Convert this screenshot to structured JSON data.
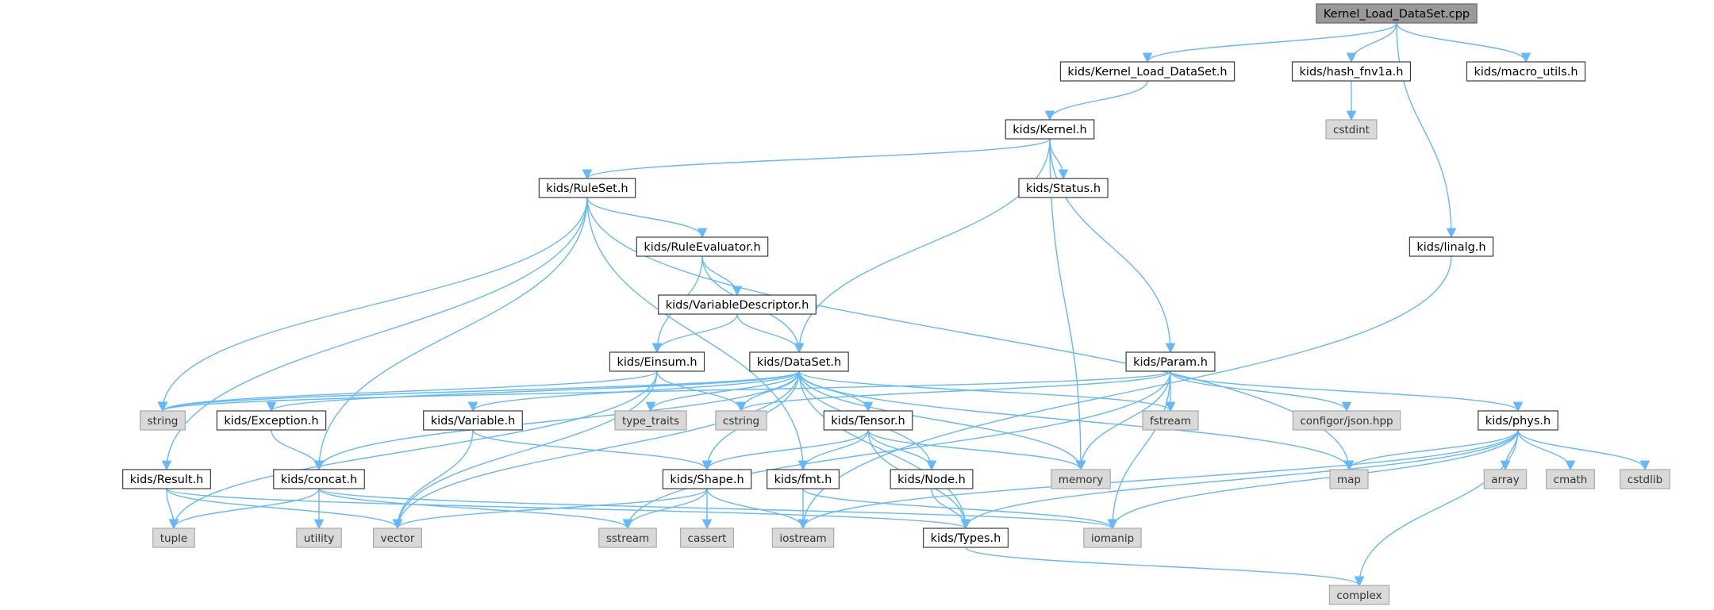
{
  "title": "Kernel_Load_DataSet.cpp",
  "colors": {
    "edge": "#63b8ff",
    "root_fill": "#999999",
    "local_fill": "#ffffff",
    "system_fill": "#d9d9d9"
  },
  "nodes": [
    {
      "id": "root",
      "label": "Kernel_Load_DataSet.cpp",
      "kind": "root"
    },
    {
      "id": "kld",
      "label": "kids/Kernel_Load_DataSet.h",
      "kind": "local"
    },
    {
      "id": "fnv",
      "label": "kids/hash_fnv1a.h",
      "kind": "local"
    },
    {
      "id": "macro",
      "label": "kids/macro_utils.h",
      "kind": "local"
    },
    {
      "id": "cstdint",
      "label": "cstdint",
      "kind": "system"
    },
    {
      "id": "kernel",
      "label": "kids/Kernel.h",
      "kind": "local"
    },
    {
      "id": "ruleset",
      "label": "kids/RuleSet.h",
      "kind": "local"
    },
    {
      "id": "status",
      "label": "kids/Status.h",
      "kind": "local"
    },
    {
      "id": "linalg",
      "label": "kids/linalg.h",
      "kind": "local"
    },
    {
      "id": "ruleeval",
      "label": "kids/RuleEvaluator.h",
      "kind": "local"
    },
    {
      "id": "vardesc",
      "label": "kids/VariableDescriptor.h",
      "kind": "local"
    },
    {
      "id": "einsum",
      "label": "kids/Einsum.h",
      "kind": "local"
    },
    {
      "id": "dataset",
      "label": "kids/DataSet.h",
      "kind": "local"
    },
    {
      "id": "param",
      "label": "kids/Param.h",
      "kind": "local"
    },
    {
      "id": "string",
      "label": "string",
      "kind": "system"
    },
    {
      "id": "exception",
      "label": "kids/Exception.h",
      "kind": "local"
    },
    {
      "id": "variable",
      "label": "kids/Variable.h",
      "kind": "local"
    },
    {
      "id": "type_traits",
      "label": "type_traits",
      "kind": "system"
    },
    {
      "id": "cstring",
      "label": "cstring",
      "kind": "system"
    },
    {
      "id": "tensor",
      "label": "kids/Tensor.h",
      "kind": "local"
    },
    {
      "id": "fstream",
      "label": "fstream",
      "kind": "system"
    },
    {
      "id": "json",
      "label": "configor/json.hpp",
      "kind": "system"
    },
    {
      "id": "phys",
      "label": "kids/phys.h",
      "kind": "local"
    },
    {
      "id": "result",
      "label": "kids/Result.h",
      "kind": "local"
    },
    {
      "id": "concat",
      "label": "kids/concat.h",
      "kind": "local"
    },
    {
      "id": "shape",
      "label": "kids/Shape.h",
      "kind": "local"
    },
    {
      "id": "fmt",
      "label": "kids/fmt.h",
      "kind": "local"
    },
    {
      "id": "node",
      "label": "kids/Node.h",
      "kind": "local"
    },
    {
      "id": "memory",
      "label": "memory",
      "kind": "system"
    },
    {
      "id": "map",
      "label": "map",
      "kind": "system"
    },
    {
      "id": "array",
      "label": "array",
      "kind": "system"
    },
    {
      "id": "cmath",
      "label": "cmath",
      "kind": "system"
    },
    {
      "id": "cstdlib",
      "label": "cstdlib",
      "kind": "system"
    },
    {
      "id": "tuple",
      "label": "tuple",
      "kind": "system"
    },
    {
      "id": "utility",
      "label": "utility",
      "kind": "system"
    },
    {
      "id": "vector",
      "label": "vector",
      "kind": "system"
    },
    {
      "id": "sstream",
      "label": "sstream",
      "kind": "system"
    },
    {
      "id": "cassert",
      "label": "cassert",
      "kind": "system"
    },
    {
      "id": "iostream",
      "label": "iostream",
      "kind": "system"
    },
    {
      "id": "types",
      "label": "kids/Types.h",
      "kind": "local"
    },
    {
      "id": "iomanip",
      "label": "iomanip",
      "kind": "system"
    },
    {
      "id": "complex",
      "label": "complex",
      "kind": "system"
    }
  ],
  "edges": [
    [
      "root",
      "kld"
    ],
    [
      "root",
      "fnv"
    ],
    [
      "root",
      "macro"
    ],
    [
      "root",
      "linalg"
    ],
    [
      "fnv",
      "cstdint"
    ],
    [
      "kld",
      "kernel"
    ],
    [
      "kernel",
      "ruleset"
    ],
    [
      "kernel",
      "status"
    ],
    [
      "kernel",
      "dataset"
    ],
    [
      "kernel",
      "memory"
    ],
    [
      "kernel",
      "param"
    ],
    [
      "ruleset",
      "ruleeval"
    ],
    [
      "ruleset",
      "string"
    ],
    [
      "ruleset",
      "result"
    ],
    [
      "ruleset",
      "concat"
    ],
    [
      "ruleset",
      "fmt"
    ],
    [
      "ruleset",
      "map"
    ],
    [
      "ruleeval",
      "vardesc"
    ],
    [
      "ruleeval",
      "einsum"
    ],
    [
      "ruleeval",
      "dataset"
    ],
    [
      "vardesc",
      "einsum"
    ],
    [
      "vardesc",
      "dataset"
    ],
    [
      "einsum",
      "string"
    ],
    [
      "einsum",
      "cstring"
    ],
    [
      "einsum",
      "vector"
    ],
    [
      "einsum",
      "tuple"
    ],
    [
      "dataset",
      "string"
    ],
    [
      "dataset",
      "exception"
    ],
    [
      "dataset",
      "variable"
    ],
    [
      "dataset",
      "type_traits"
    ],
    [
      "dataset",
      "cstring"
    ],
    [
      "dataset",
      "tensor"
    ],
    [
      "dataset",
      "fstream"
    ],
    [
      "dataset",
      "concat"
    ],
    [
      "dataset",
      "shape"
    ],
    [
      "dataset",
      "node"
    ],
    [
      "dataset",
      "memory"
    ],
    [
      "dataset",
      "map"
    ],
    [
      "dataset",
      "vector"
    ],
    [
      "dataset",
      "types"
    ],
    [
      "param",
      "cstring"
    ],
    [
      "param",
      "fstream"
    ],
    [
      "param",
      "json"
    ],
    [
      "param",
      "phys"
    ],
    [
      "param",
      "memory"
    ],
    [
      "param",
      "iomanip"
    ],
    [
      "param",
      "sstream"
    ],
    [
      "param",
      "string"
    ],
    [
      "phys",
      "map"
    ],
    [
      "phys",
      "array"
    ],
    [
      "phys",
      "cmath"
    ],
    [
      "phys",
      "cstdlib"
    ],
    [
      "phys",
      "complex"
    ],
    [
      "phys",
      "iomanip"
    ],
    [
      "phys",
      "types"
    ],
    [
      "phys",
      "iostream"
    ],
    [
      "linalg",
      "iostream"
    ],
    [
      "exception",
      "concat"
    ],
    [
      "variable",
      "shape"
    ],
    [
      "variable",
      "vector"
    ],
    [
      "tensor",
      "shape"
    ],
    [
      "tensor",
      "fmt"
    ],
    [
      "tensor",
      "node"
    ],
    [
      "tensor",
      "memory"
    ],
    [
      "tensor",
      "types"
    ],
    [
      "result",
      "tuple"
    ],
    [
      "result",
      "vector"
    ],
    [
      "result",
      "types"
    ],
    [
      "concat",
      "tuple"
    ],
    [
      "concat",
      "utility"
    ],
    [
      "concat",
      "sstream"
    ],
    [
      "concat",
      "iomanip"
    ],
    [
      "shape",
      "vector"
    ],
    [
      "shape",
      "sstream"
    ],
    [
      "shape",
      "cassert"
    ],
    [
      "shape",
      "iostream"
    ],
    [
      "fmt",
      "iostream"
    ],
    [
      "fmt",
      "iomanip"
    ],
    [
      "node",
      "types"
    ],
    [
      "types",
      "complex"
    ]
  ]
}
